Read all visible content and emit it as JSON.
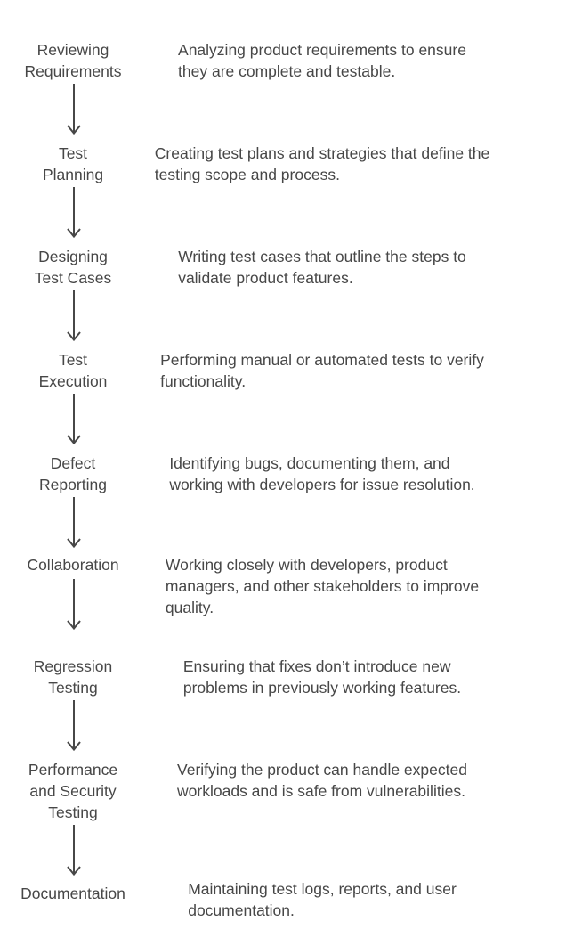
{
  "colors": {
    "background": "#ffffff",
    "text": "#474747",
    "arrow": "#474747"
  },
  "flow": {
    "type": "vertical-flowchart",
    "direction": "top-to-bottom",
    "connector_icon": "down-arrow-icon",
    "steps": [
      {
        "label": "Reviewing\nRequirements",
        "description": "Analyzing product requirements to ensure\nthey are complete and testable."
      },
      {
        "label": "Test\nPlanning",
        "description": "Creating test plans and strategies that define the\ntesting scope and process."
      },
      {
        "label": "Designing\nTest Cases",
        "description": "Writing test cases that outline the steps to\nvalidate product features."
      },
      {
        "label": "Test\nExecution",
        "description": "Performing manual or automated tests to verify\nfunctionality."
      },
      {
        "label": "Defect\nReporting",
        "description": "Identifying bugs, documenting them, and\nworking with developers for issue resolution."
      },
      {
        "label": "Collaboration",
        "description": "Working closely with developers, product\nmanagers, and other stakeholders to improve\nquality."
      },
      {
        "label": "Regression\nTesting",
        "description": "Ensuring that fixes don’t introduce new\nproblems in previously working features."
      },
      {
        "label": "Performance\nand Security\nTesting",
        "description": "Verifying the product can handle expected\nworkloads and is safe from vulnerabilities."
      },
      {
        "label": "Documentation",
        "description": "Maintaining test logs, reports, and user\ndocumentation."
      }
    ]
  }
}
